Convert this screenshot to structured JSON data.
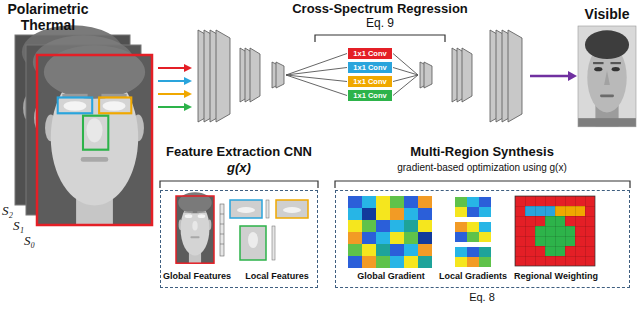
{
  "diagram": {
    "nodes": [
      {
        "text": [
          "1x1 Conv"
        ]
      },
      {
        "text": [
          "1x1 Conv"
        ]
      },
      {
        "text": [
          "1x1 Conv"
        ]
      },
      {
        "text": [
          "1x1 Conv"
        ]
      },
      {
        "text": [
          "Global Features",
          "Local Features"
        ]
      },
      {
        "text": [
          "Global Gradient",
          "Local Gradients",
          "Regional Weighting"
        ]
      }
    ],
    "labels": [
      "Polarimetric Thermal",
      "S₂",
      "S₁",
      "S₀",
      "Cross-Spectrum Regression",
      "Eq. 9",
      "Visible",
      "Feature Extraction CNN",
      "g(x)",
      "Multi-Region Synthesis",
      "gradient-based optimization using g(x)",
      "Eq. 8"
    ]
  }
}
